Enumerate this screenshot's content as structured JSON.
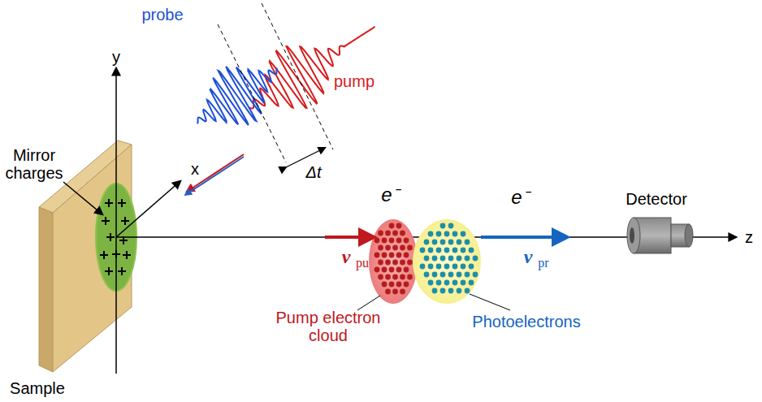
{
  "diagram": {
    "labels": [
      "probe",
      "pump",
      "y",
      "x",
      "z",
      "Mirror charges",
      "Δt",
      "e⁻",
      "e⁻",
      "Detector",
      "v",
      "pu",
      "v",
      "pr",
      "Pump electron cloud",
      "Photoelectrons",
      "Sample"
    ]
  }
}
